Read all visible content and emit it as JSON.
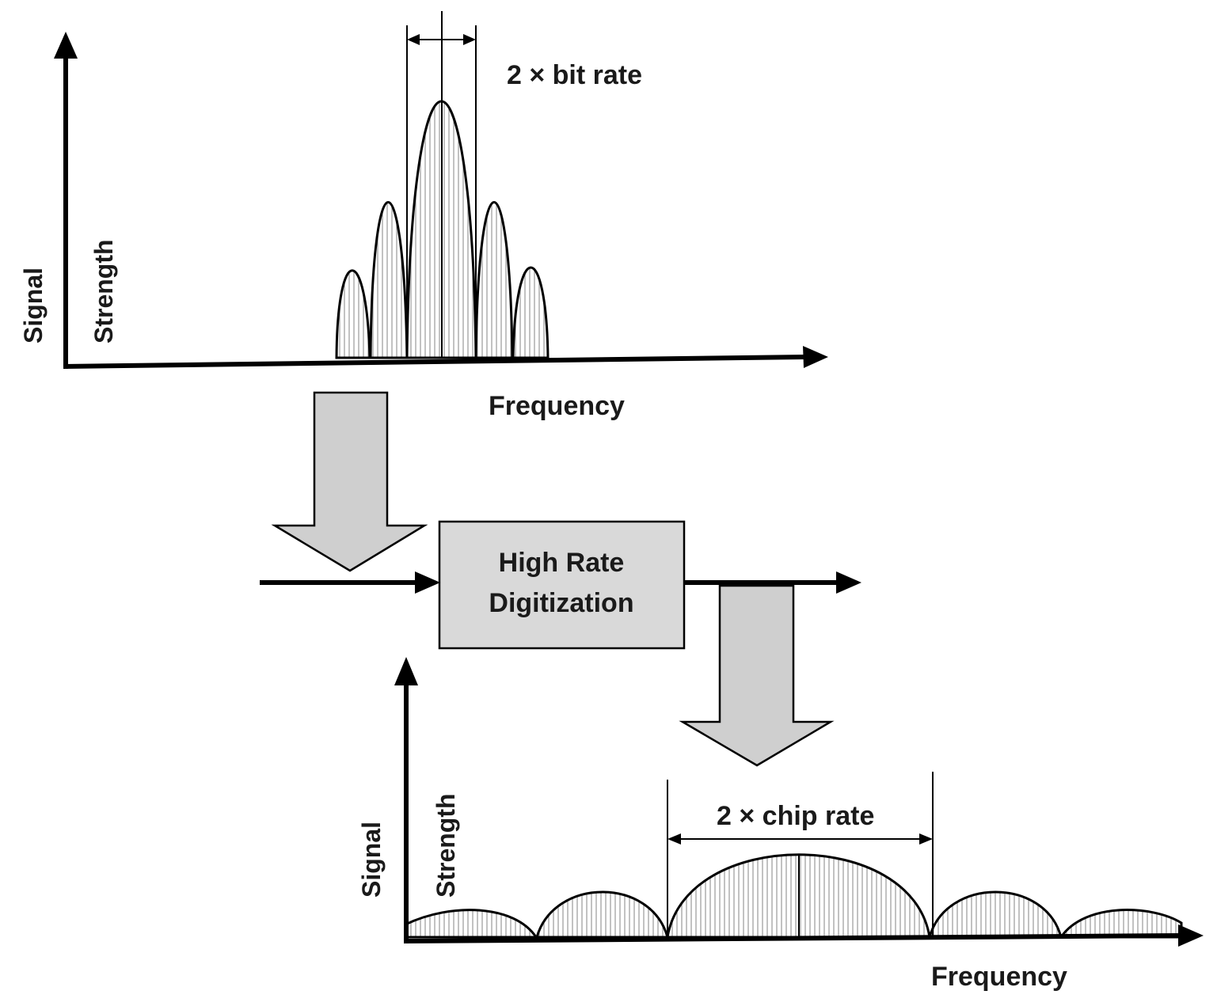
{
  "top_spectrum": {
    "y_axis_label_line1": "Signal",
    "y_axis_label_line2": "Strength",
    "x_axis_label": "Frequency",
    "bandwidth_label": "2 × bit rate"
  },
  "processor": {
    "label_line1": "High Rate",
    "label_line2": "Digitization"
  },
  "bottom_spectrum": {
    "y_axis_label_line1": "Signal",
    "y_axis_label_line2": "Strength",
    "x_axis_label": "Frequency",
    "bandwidth_label": "2 × chip rate"
  }
}
